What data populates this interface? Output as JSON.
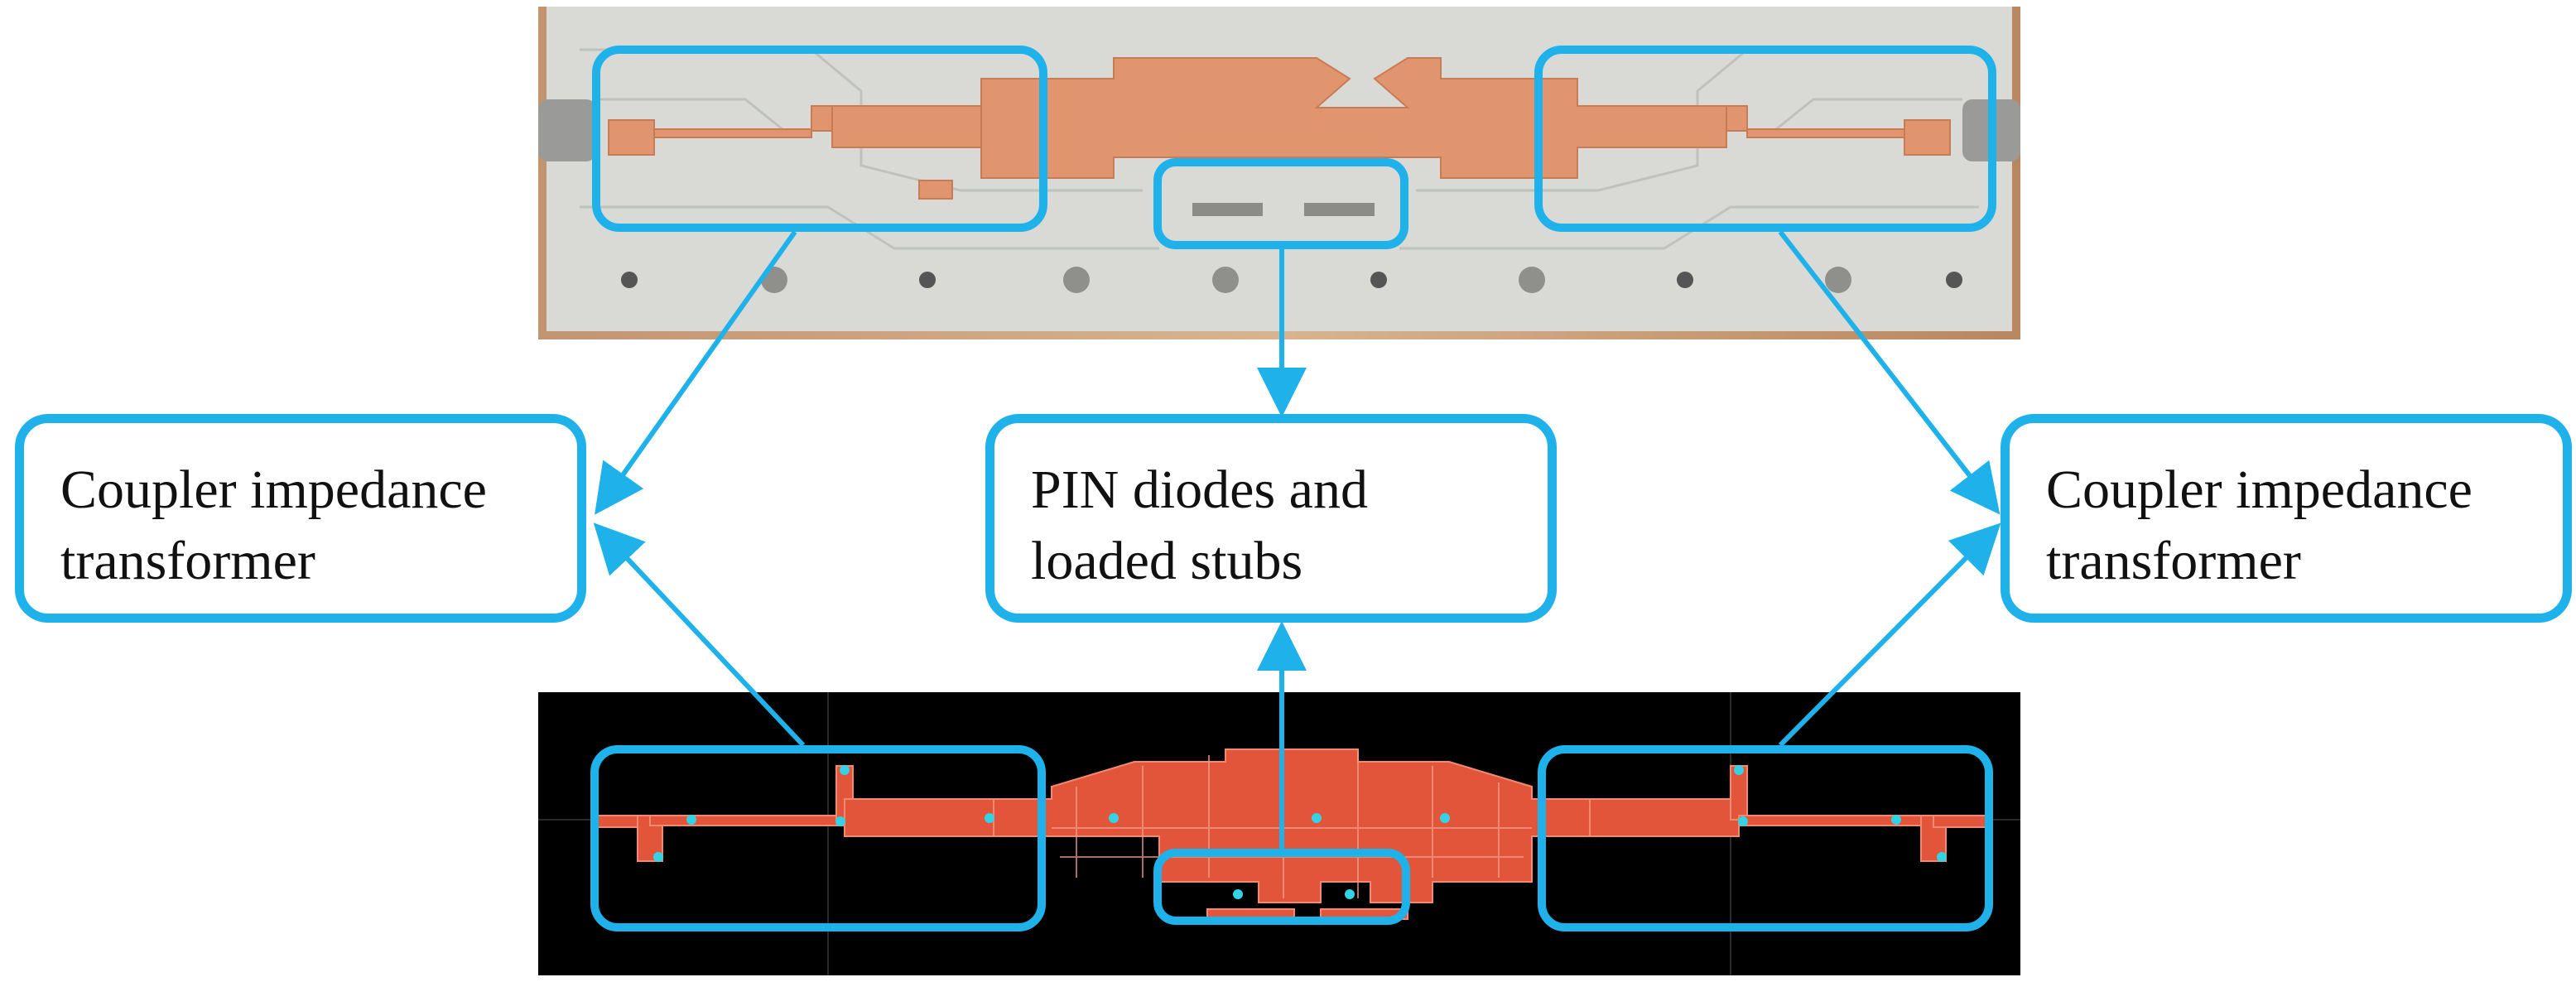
{
  "callouts": {
    "left": {
      "line1": "Coupler impedance",
      "line2": "transformer"
    },
    "middle": {
      "line1": "PIN diodes and",
      "line2": "loaded stubs"
    },
    "right": {
      "line1": "Coupler impedance",
      "line2": "transformer"
    }
  },
  "colors": {
    "accent_blue": "#1fb2ea",
    "copper": "#e0956f",
    "board": "#d9dad6",
    "wood": "#c9a27a",
    "layout_background": "#000000",
    "layout_trace": "#e2553a",
    "port_marker": "#33d3e6"
  },
  "figures": {
    "top": "fabricated-prototype-photo",
    "bottom": "simulated-layout-mesh"
  }
}
